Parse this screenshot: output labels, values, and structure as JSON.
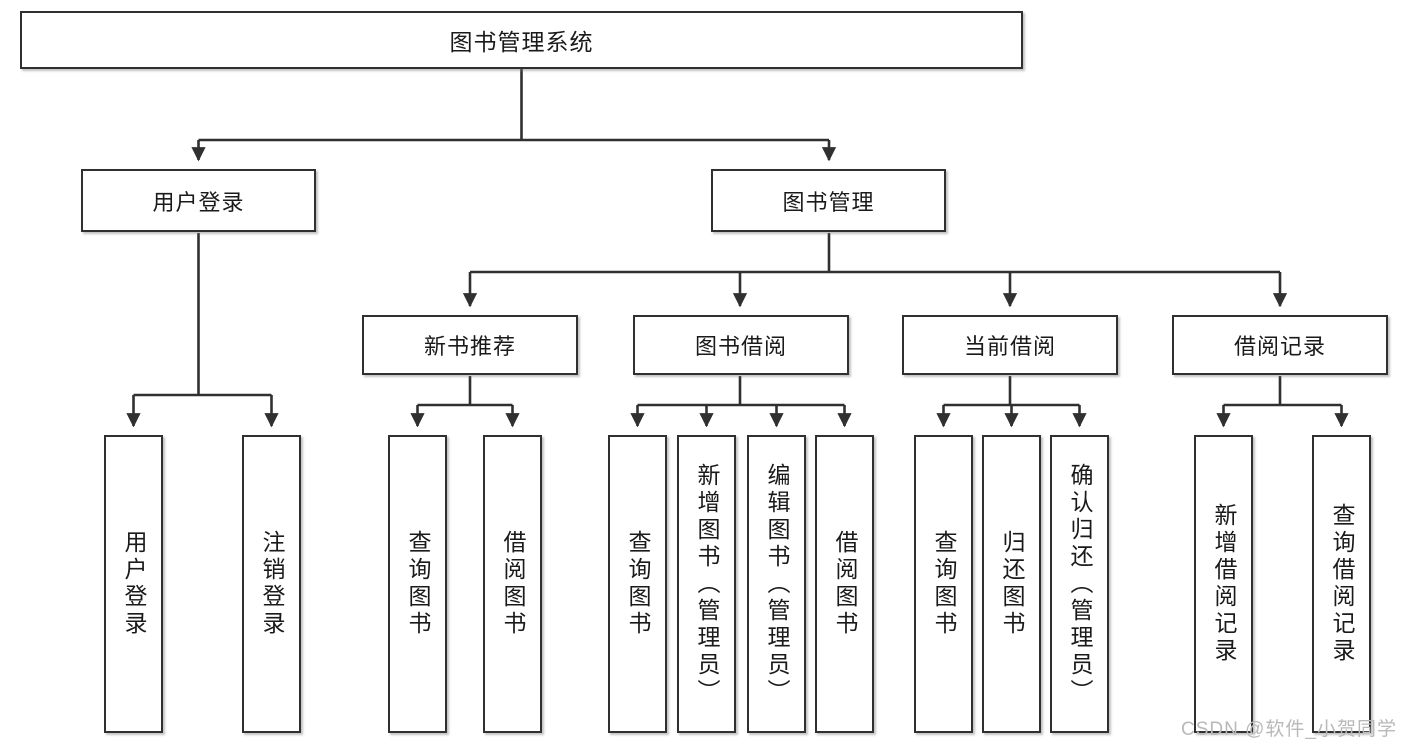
{
  "diagram": {
    "title": "图书管理系统",
    "type": "tree-hierarchy",
    "watermark": "CSDN @软件_小贺同学",
    "colors": {
      "box_border": "#303030",
      "box_fill": "#ffffff",
      "line": "#303030",
      "text": "#1a1a1a",
      "watermark": "#b9b9b9"
    },
    "levels": {
      "root": {
        "label": "图书管理系统"
      },
      "level2": [
        {
          "label": "用户登录"
        },
        {
          "label": "图书管理"
        }
      ],
      "level3": [
        {
          "label": "新书推荐"
        },
        {
          "label": "图书借阅"
        },
        {
          "label": "当前借阅"
        },
        {
          "label": "借阅记录"
        }
      ],
      "leaves": {
        "user_login": [
          {
            "label": "用户登录"
          },
          {
            "label": "注销登录"
          }
        ],
        "new_book_recommend": [
          {
            "label": "查询图书"
          },
          {
            "label": "借阅图书"
          }
        ],
        "book_borrow": [
          {
            "label": "查询图书"
          },
          {
            "label": "新增图书（管理员）"
          },
          {
            "label": "编辑图书（管理员）"
          },
          {
            "label": "借阅图书"
          }
        ],
        "current_borrow": [
          {
            "label": "查询图书"
          },
          {
            "label": "归还图书"
          },
          {
            "label": "确认归还（管理员）"
          }
        ],
        "borrow_records": [
          {
            "label": "新增借阅记录"
          },
          {
            "label": "查询借阅记录"
          }
        ]
      }
    }
  }
}
